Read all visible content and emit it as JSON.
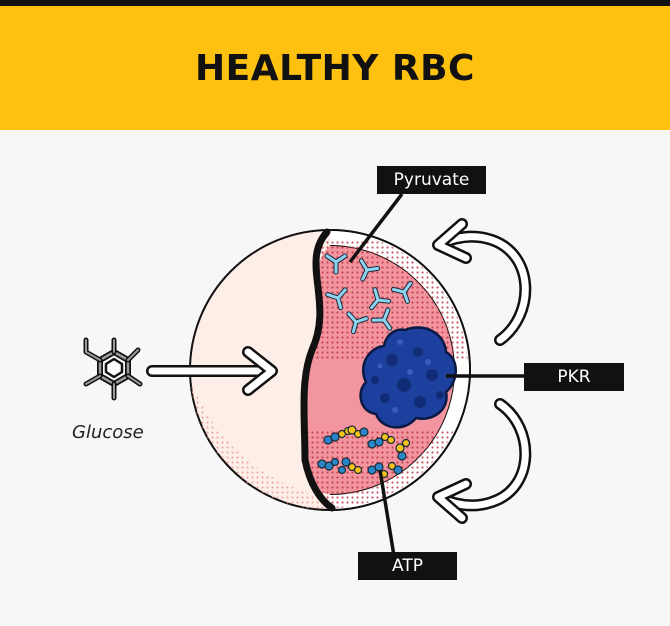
{
  "header": {
    "title": "HEALTHY RBC"
  },
  "labels": {
    "pyruvate": "Pyruvate",
    "pkr": "PKR",
    "atp": "ATP",
    "glucose": "Glucose"
  },
  "colors": {
    "banner": "#fec110",
    "cell_outer": "#fdeee8",
    "cell_inner": "#f08c98",
    "enzyme": "#1d3f9e",
    "pyruvate_molecule": "#8ed3ef",
    "atp_blue": "#2a86c8",
    "atp_yellow": "#f5c417"
  },
  "icons": [
    "glucose-molecule-icon",
    "arrow-right-icon",
    "curved-arrow-icon",
    "pkr-enzyme-icon"
  ]
}
